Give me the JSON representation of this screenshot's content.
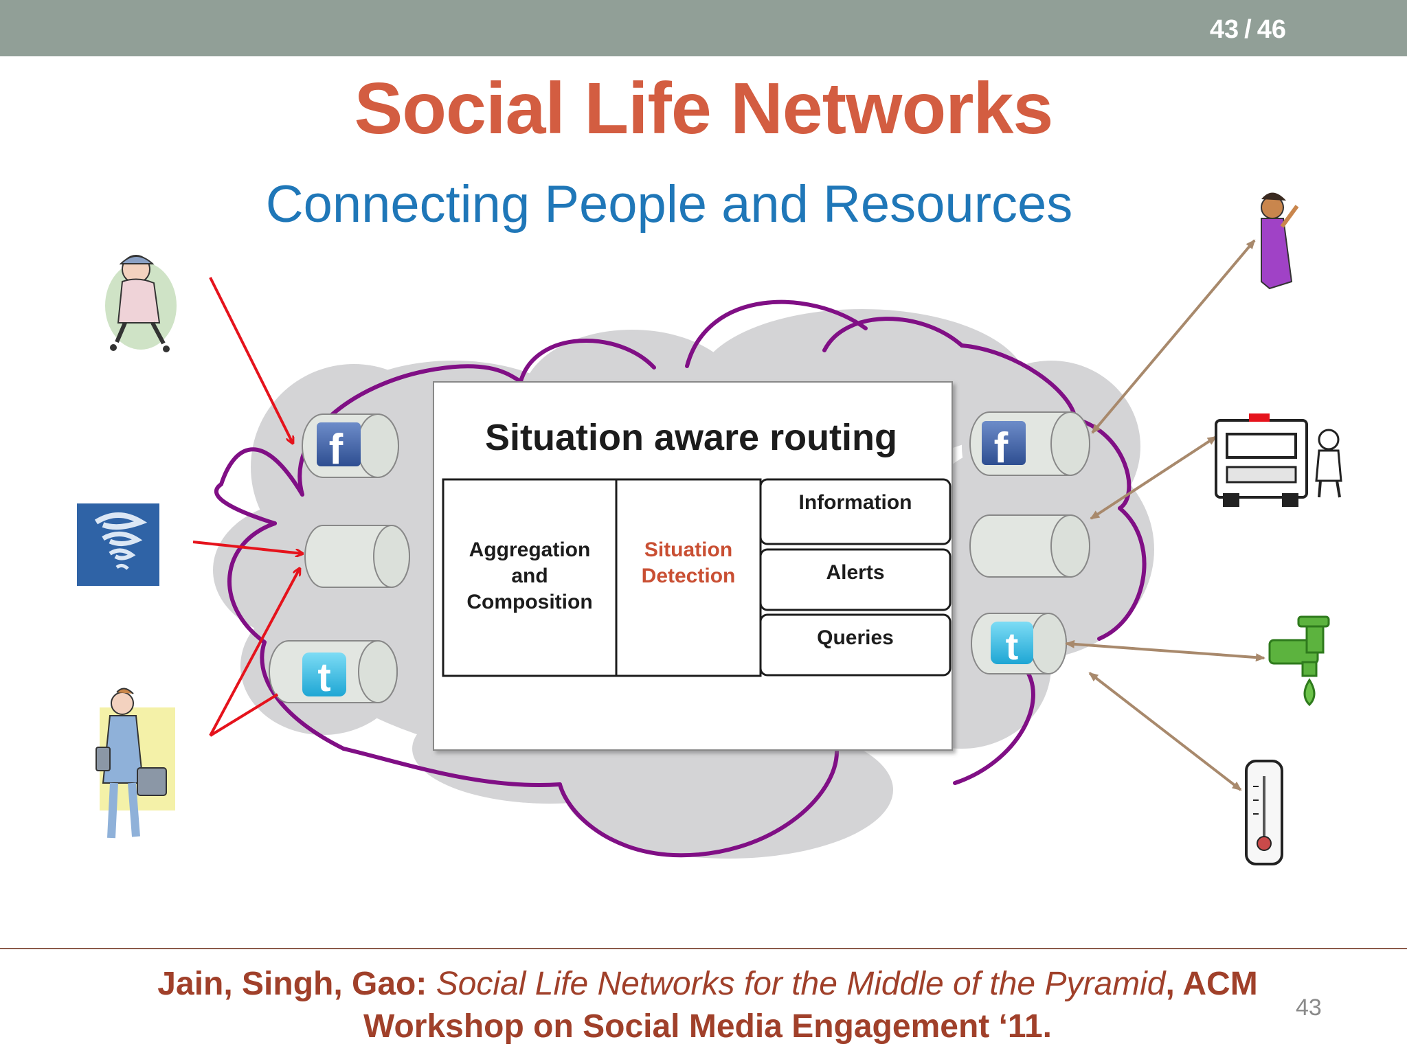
{
  "pager": {
    "current": "43",
    "sep": "/",
    "total": "46"
  },
  "slide": {
    "title": "Social Life Networks",
    "subtitle": "Connecting People and Resources"
  },
  "diagram": {
    "box_title": "Situation aware routing",
    "cells": {
      "aggregation": [
        "Aggregation",
        "and",
        "Composition"
      ],
      "detection": [
        "Situation",
        "Detection"
      ],
      "information": "Information",
      "alerts": "Alerts",
      "queries": "Queries"
    },
    "colors": {
      "cloud_fill": "#d4d4d6",
      "cloud_stroke": "#800f85",
      "input_arrow": "#e5131c",
      "output_arrow": "#a8896c",
      "facebook": "#3b5998",
      "twitter": "#33c3e8"
    },
    "icons": {
      "left": [
        "skater-person-icon",
        "tornado-icon",
        "traveler-person-icon"
      ],
      "right": [
        "woman-person-icon",
        "ambulance-icon",
        "water-tap-icon",
        "thermometer-icon"
      ],
      "channels": [
        "facebook-icon",
        "twitter-icon"
      ]
    }
  },
  "citation": {
    "authors": "Jain, Singh, Gao:",
    "paper": "Social Life Networks for the Middle of the Pyramid",
    "venue_a": ", ACM",
    "venue_b": "Workshop on Social Media Engagement ‘11."
  },
  "page_number": "43"
}
